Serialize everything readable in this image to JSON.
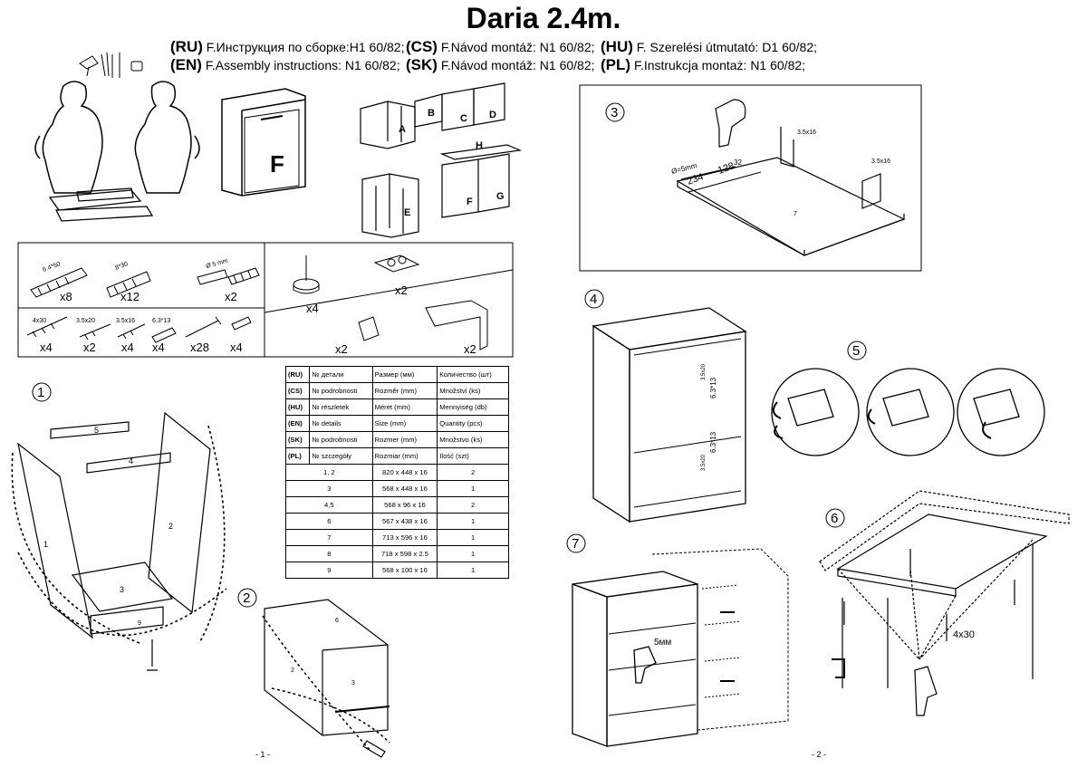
{
  "title": "Daria 2.4m.",
  "instructions": [
    {
      "code": "(RU)",
      "text": "F.Инструкция по сборке:Н1 60/82;"
    },
    {
      "code": "(CS)",
      "text": "F.Návod montáž: N1 60/82;"
    },
    {
      "code": "(HU)",
      "text": "F. Szerelési útmutató: D1 60/82;"
    },
    {
      "code": "(EN)",
      "text": "F.Assembly instructions: N1 60/82;"
    },
    {
      "code": "(SK)",
      "text": "F.Návod montáž: N1 60/82;"
    },
    {
      "code": "(PL)",
      "text": "F.Instrukcja montaż: N1 60/82;"
    }
  ],
  "cabinet_labels": {
    "f_big": "F",
    "a": "A",
    "b": "B",
    "c": "C",
    "d": "D",
    "e": "E",
    "f": "F",
    "g": "G",
    "h": "H"
  },
  "hardware": {
    "dowel_label": "6.4*50",
    "dowel_qty": "x8",
    "wood_dowel_label": "8*30",
    "wood_dowel_qty": "x12",
    "cam_label": "Ø 5 mm",
    "cam_qty": "x2",
    "foot_qty": "x4",
    "pad_qty": "x2",
    "screw1_label": "4x30",
    "screw1_qty": "x4",
    "screw2_label": "3.5x20",
    "screw2_qty": "x2",
    "screw3_label": "3.5x16",
    "screw3_qty": "x4",
    "screw4_label": "6.3*13",
    "screw4_qty": "x4",
    "nail_qty": "x28",
    "peg_qty": "x4",
    "hinge_plate_qty": "x2",
    "hinge_qty": "x2"
  },
  "parts_table": {
    "header_rows": [
      {
        "code": "(RU)",
        "num": "№ детали",
        "size": "Размер  (мм)",
        "qty": "Количество (шт)"
      },
      {
        "code": "(CS)",
        "num": "№ podrobnosti",
        "size": "Rozměr (mm)",
        "qty": "Množství (ks)"
      },
      {
        "code": "(HU)",
        "num": "№ részletek",
        "size": "Méret (mm)",
        "qty": "Mennyiség (db)"
      },
      {
        "code": "(EN)",
        "num": "№ details",
        "size": "Size (mm)",
        "qty": "Quantity  (pcs)"
      },
      {
        "code": "(SK)",
        "num": "№ podrobnosti",
        "size": "Rozmer (mm)",
        "qty": "Množstvo (ks)"
      },
      {
        "code": "(PL)",
        "num": "№ szczegóły",
        "size": "Rozmiar (mm)",
        "qty": "Ilość (szt)"
      }
    ],
    "rows": [
      {
        "part": "1, 2",
        "size": "820 x 448 x 16",
        "qty": "2"
      },
      {
        "part": "3",
        "size": "568 x 448 x 16",
        "qty": "1"
      },
      {
        "part": "4,5",
        "size": "568 x 96 x 16",
        "qty": "2"
      },
      {
        "part": "6",
        "size": "567 x 438 x 16",
        "qty": "1"
      },
      {
        "part": "7",
        "size": "713 x 596 x 16",
        "qty": "1"
      },
      {
        "part": "8",
        "size": "718 x 598 x 2.5",
        "qty": "1"
      },
      {
        "part": "9",
        "size": "568 x 100 x 16",
        "qty": "1"
      }
    ]
  },
  "steps": {
    "s1": "1",
    "s2": "2",
    "s3": "3",
    "s4": "4",
    "s5": "5",
    "s6": "6",
    "s7": "7"
  },
  "step1_parts": {
    "p1": "1",
    "p2": "2",
    "p3": "3",
    "p4": "4",
    "p5": "5",
    "p9": "9"
  },
  "step2_parts": {
    "p2": "2",
    "p3": "3",
    "p6": "6"
  },
  "step3": {
    "dia": "Ø=5mm",
    "d234": "234",
    "d128": "128",
    "d32": "32",
    "screw_a": "3.5x16",
    "screw_b": "3.5x16",
    "panel": "7"
  },
  "step4": {
    "screw_a": "6.3*13",
    "screw_b": "6.3*13",
    "small_a": "3.5x20",
    "small_b": "3.5x20"
  },
  "step6": {
    "screw": "4x30"
  },
  "step7": {
    "dia": "5мм"
  },
  "page_numbers": {
    "p1": "- 1 -",
    "p2": "- 2 -"
  }
}
